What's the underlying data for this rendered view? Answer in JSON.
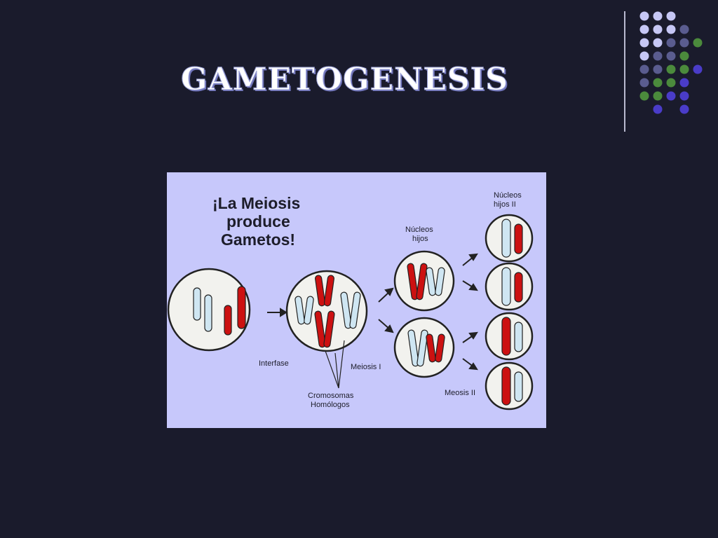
{
  "slide": {
    "title": "Gametogenesis"
  },
  "decor": {
    "dot_colors": {
      "light": "#c6c7f5",
      "mid": "#5a5c8f",
      "green": "#4b8a3c",
      "blue": "#4a3cc8"
    },
    "divider_color": "#b9bad0"
  },
  "figure": {
    "headline": [
      "¡La Meiosis",
      "produce",
      "Gametos!"
    ],
    "labels": {
      "interfase": "Interfase",
      "meiosis_1": "Meiosis I",
      "homologous": [
        "Cromosomas",
        "Homólogos"
      ],
      "daughter_nuclei": [
        "Núcleos",
        "hijos"
      ],
      "daughter_nuclei_2": [
        "Núcleos",
        "hijos II"
      ],
      "meiosis_2": "Meosis II"
    },
    "colors": {
      "background": "#c7c8fb",
      "chromosome_red": "#cc1111",
      "chromosome_light": "#cfe6f2",
      "cell_fill": "#f2f2ee",
      "outline": "#222222"
    }
  }
}
